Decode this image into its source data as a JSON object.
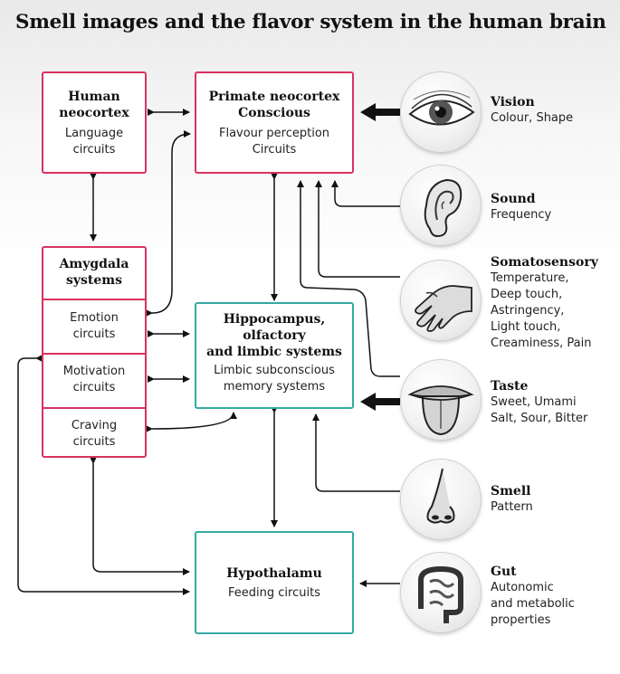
{
  "title": "Smell images and the flavor system in the human brain",
  "boxes": {
    "human_neocortex": {
      "title_l1": "Human",
      "title_l2": "neocortex",
      "body_l1": "Language",
      "body_l2": "circuits"
    },
    "primate_neocortex": {
      "title_l1": "Primate neocortex",
      "title_l2": "Conscious",
      "body_l1": "Flavour perception",
      "body_l2": "Circuits"
    },
    "amygdala": {
      "title_l1": "Amygdala",
      "title_l2": "systems",
      "emotion_l1": "Emotion",
      "emotion_l2": "circuits",
      "motivation_l1": "Motivation",
      "motivation_l2": "circuits",
      "craving_l1": "Craving",
      "craving_l2": "circuits"
    },
    "hippocampus": {
      "title_l1": "Hippocampus,",
      "title_l2": "olfactory",
      "title_l3": "and limbic systems",
      "body_l1": "Limbic subconscious",
      "body_l2": "memory systems"
    },
    "hypothalamus": {
      "title": "Hypothalamu",
      "body": "Feeding circuits"
    }
  },
  "senses": [
    {
      "name": "Vision",
      "icon": "eye-icon",
      "lines": [
        "Colour, Shape"
      ]
    },
    {
      "name": "Sound",
      "icon": "ear-icon",
      "lines": [
        "Frequency"
      ]
    },
    {
      "name": "Somatosensory",
      "icon": "hand-icon",
      "lines": [
        "Temperature,",
        "Deep touch,",
        "Astringency,",
        "Light touch,",
        "Creaminess, Pain"
      ]
    },
    {
      "name": "Taste",
      "icon": "tongue-icon",
      "lines": [
        "Sweet, Umami",
        "Salt, Sour, Bitter"
      ]
    },
    {
      "name": "Smell",
      "icon": "nose-icon",
      "lines": [
        "Pattern"
      ]
    },
    {
      "name": "Gut",
      "icon": "intestine-icon",
      "lines": [
        "Autonomic",
        "and metabolic",
        "properties"
      ]
    }
  ],
  "colors": {
    "amygdala_border": "#d8325f",
    "limbic_border": "#35aaa4",
    "arrow": "#111111"
  }
}
